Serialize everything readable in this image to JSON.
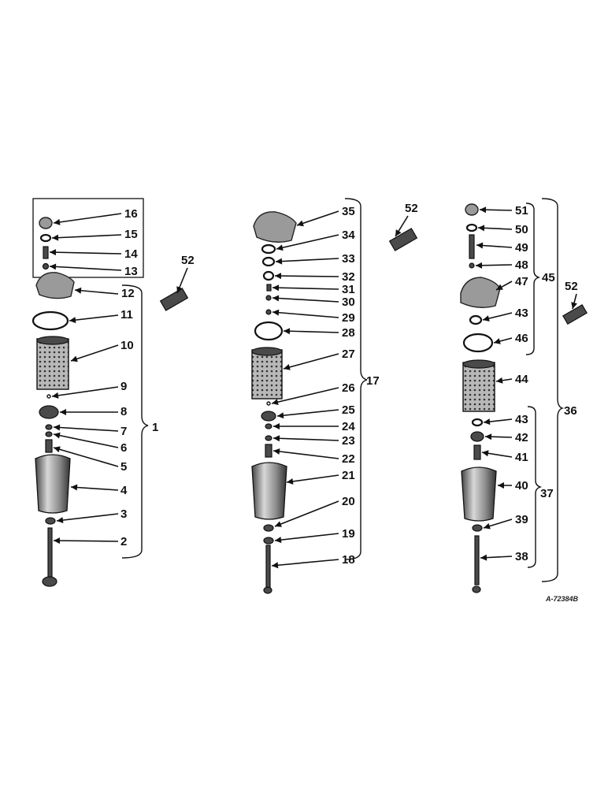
{
  "diagram": {
    "reference_code": "A-72384B",
    "callouts": [
      {
        "id": "c16",
        "label": "16"
      },
      {
        "id": "c15",
        "label": "15"
      },
      {
        "id": "c14",
        "label": "14"
      },
      {
        "id": "c13",
        "label": "13"
      },
      {
        "id": "c12",
        "label": "12"
      },
      {
        "id": "c11",
        "label": "11"
      },
      {
        "id": "c10",
        "label": "10"
      },
      {
        "id": "c9",
        "label": "9"
      },
      {
        "id": "c8",
        "label": "8"
      },
      {
        "id": "c7",
        "label": "7"
      },
      {
        "id": "c6",
        "label": "6"
      },
      {
        "id": "c5",
        "label": "5"
      },
      {
        "id": "c4",
        "label": "4"
      },
      {
        "id": "c3",
        "label": "3"
      },
      {
        "id": "c2",
        "label": "2"
      },
      {
        "id": "c1",
        "label": "1"
      },
      {
        "id": "c52a",
        "label": "52"
      },
      {
        "id": "c35",
        "label": "35"
      },
      {
        "id": "c34",
        "label": "34"
      },
      {
        "id": "c33",
        "label": "33"
      },
      {
        "id": "c32",
        "label": "32"
      },
      {
        "id": "c31",
        "label": "31"
      },
      {
        "id": "c30",
        "label": "30"
      },
      {
        "id": "c29",
        "label": "29"
      },
      {
        "id": "c28",
        "label": "28"
      },
      {
        "id": "c27",
        "label": "27"
      },
      {
        "id": "c26",
        "label": "26"
      },
      {
        "id": "c25",
        "label": "25"
      },
      {
        "id": "c24",
        "label": "24"
      },
      {
        "id": "c23",
        "label": "23"
      },
      {
        "id": "c22",
        "label": "22"
      },
      {
        "id": "c21",
        "label": "21"
      },
      {
        "id": "c20",
        "label": "20"
      },
      {
        "id": "c19",
        "label": "19"
      },
      {
        "id": "c18",
        "label": "18"
      },
      {
        "id": "c17",
        "label": "17"
      },
      {
        "id": "c52b",
        "label": "52"
      },
      {
        "id": "c51",
        "label": "51"
      },
      {
        "id": "c50",
        "label": "50"
      },
      {
        "id": "c49",
        "label": "49"
      },
      {
        "id": "c48",
        "label": "48"
      },
      {
        "id": "c47",
        "label": "47"
      },
      {
        "id": "c43a",
        "label": "43"
      },
      {
        "id": "c46",
        "label": "46"
      },
      {
        "id": "c45",
        "label": "45"
      },
      {
        "id": "c44",
        "label": "44"
      },
      {
        "id": "c43b",
        "label": "43"
      },
      {
        "id": "c42",
        "label": "42"
      },
      {
        "id": "c41",
        "label": "41"
      },
      {
        "id": "c40",
        "label": "40"
      },
      {
        "id": "c39",
        "label": "39"
      },
      {
        "id": "c38",
        "label": "38"
      },
      {
        "id": "c37",
        "label": "37"
      },
      {
        "id": "c36",
        "label": "36"
      },
      {
        "id": "c52c",
        "label": "52"
      }
    ]
  }
}
